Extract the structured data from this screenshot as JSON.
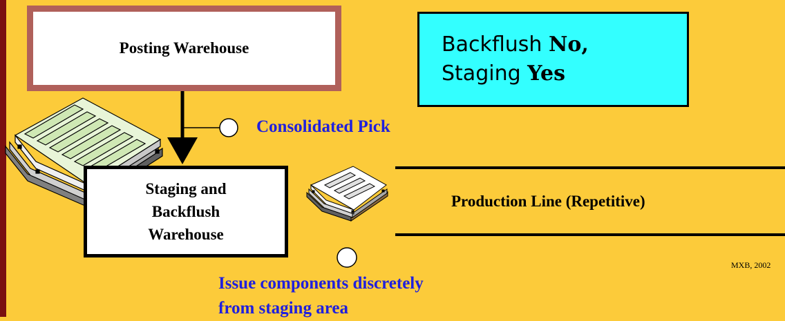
{
  "diagram": {
    "posting_warehouse": "Posting Warehouse",
    "mode": {
      "backflush_word": "Backflush",
      "backflush_value": "No,",
      "staging_word": "Staging",
      "staging_value": "Yes"
    },
    "consolidated_pick": "Consolidated Pick",
    "staging_warehouse": {
      "line1": "Staging and",
      "line2": "Backflush",
      "line3": "Warehouse"
    },
    "production_line": "Production Line (Repetitive)",
    "issue": {
      "line1": "Issue components discretely",
      "line2": "from staging area"
    },
    "credit": "MXB, 2002"
  },
  "colors": {
    "background": "#fccb3a",
    "label_blue": "#2020dd",
    "mode_box": "#33ffff",
    "posting_border": "#b0605a",
    "left_bar": "#7a1010"
  },
  "icons": [
    "pallet-stack-large-icon",
    "pallet-stack-small-icon"
  ]
}
